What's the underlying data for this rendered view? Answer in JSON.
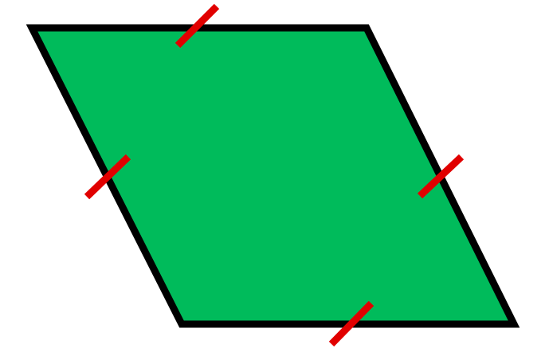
{
  "figure": {
    "shape": "rhombus",
    "fill_color": "#00BB5B",
    "outline_color": "#000000",
    "tick_mark_color": "#E10000",
    "tick_marks_per_side": 1,
    "congruent_sides": 4
  }
}
